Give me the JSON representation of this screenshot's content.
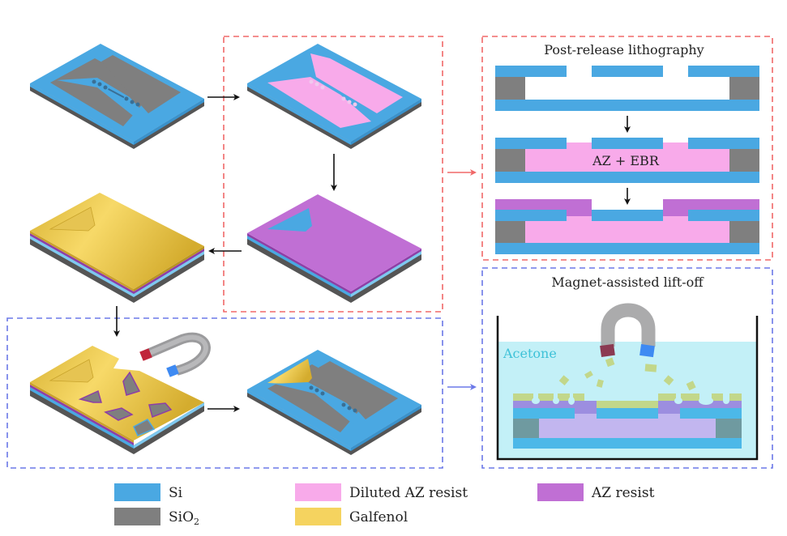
{
  "colors": {
    "si": "#4aa8e2",
    "sio2": "#7f7f7f",
    "diluted_az": "#f8aaea",
    "galfenol": "#f5d35f",
    "az_resist": "#c06fd4",
    "red_frame": "#f06868",
    "blue_frame": "#6b78e8",
    "acetone": "#c3f0f7",
    "acetone_text": "#3fc2d8",
    "magnet_gray": "#a6a6a8",
    "magnet_red": "#8b3a52",
    "magnet_blue": "#3e8af2",
    "galfenol_fragment": "#c2d78a",
    "az_in_acetone": "#9c8ee0",
    "diluted_in_acetone": "#c2b6ef"
  },
  "panels": {
    "post_release": {
      "title": "Post-release lithography",
      "middle_label": "AZ + EBR"
    },
    "liftoff": {
      "title": "Magnet-assisted lift-off",
      "liquid_label": "Acetone"
    }
  },
  "steps": [
    {
      "id": 1,
      "description": "Released Si device layer on SiO2 / Si substrate"
    },
    {
      "id": 2,
      "description": "Diluted AZ resist fills the cavities"
    },
    {
      "id": 3,
      "description": "AZ resist patterned, opening exposes Si"
    },
    {
      "id": 4,
      "description": "Galfenol deposited over whole chip"
    },
    {
      "id": 5,
      "description": "Magnet-assisted lift-off of galfenol"
    },
    {
      "id": 6,
      "description": "Final device with galfenol pad"
    }
  ],
  "legend": [
    {
      "label": "Si",
      "color_key": "si"
    },
    {
      "label": "Diluted AZ resist",
      "color_key": "diluted_az"
    },
    {
      "label": "AZ resist",
      "color_key": "az_resist"
    },
    {
      "label": "SiO",
      "sub": "2",
      "color_key": "sio2"
    },
    {
      "label": "Galfenol",
      "color_key": "galfenol"
    }
  ]
}
